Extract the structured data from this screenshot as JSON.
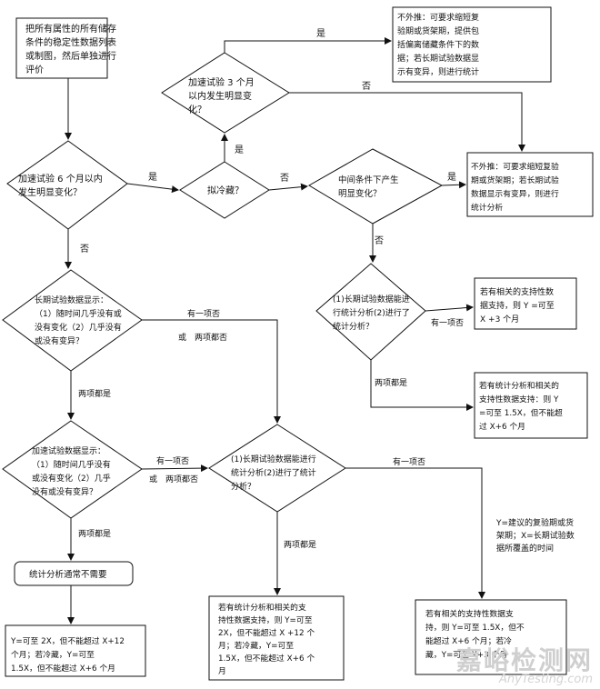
{
  "nodes": {
    "start": [
      "把所有属性的所有储存",
      "条件的稳定性数据列表",
      "或制图，然后单独进行",
      "评价"
    ],
    "d_accel6": [
      "加速试验 6 个月以内",
      "发生明显变化？"
    ],
    "d_refrig": [
      "拟冷藏？"
    ],
    "d_accel3": [
      "加速试验 3 个月",
      "以内发生明显变",
      "化？"
    ],
    "r_top": [
      "不外推：可要求缩短复",
      "验期或货架期，提供包",
      "括偏离储藏条件下的数",
      "据；若长期试验数据显",
      "示有变异，则进行统计"
    ],
    "d_intermediate": [
      "中间条件下产生",
      "明显变化？"
    ],
    "r_mid": [
      "不外推：可要求缩短复验",
      "期或货架期；若长期试验",
      "数据显示有变异，则进行",
      "统计分析"
    ],
    "d_long_right": [
      "(1)长期试验数据能进",
      "行统计分析(2)进行了",
      "统计分析？"
    ],
    "r_x3": [
      "若有相关的支持性数",
      "据支持，则 Y =可至",
      "X +3 个月"
    ],
    "r_15x6": [
      "若有统计分析和相关的",
      "支持性数据支持：则 Y",
      "=可至 1.5X，但不能超",
      "过 X+6 个月"
    ],
    "d_long_left": [
      "长期试验数据显示：",
      "（1）随时间几乎没有或",
      "没有变化（2）几乎没有",
      "或没有变异？"
    ],
    "d_accel_show": [
      "加速试验数据显示：",
      "（1）随时间几乎没有",
      "或没有变化（2）几乎",
      "没有或没有变异？"
    ],
    "d_long_center": [
      "(1)长期试验数据能进行",
      "统计分析(2)进行了统计",
      "分析？"
    ],
    "stat_none": [
      "统计分析通常不需要"
    ],
    "r_2x12": [
      "Y=可至 2X，但不能超过 X+12",
      "个月；若冷藏，Y=可至",
      "1.5X，但不能超过 X+6 个月"
    ],
    "r_center": [
      "若有统计分析和相关的支",
      "持性数据支持，则 Y=可至",
      "2X，但不能超过 X +12 个",
      "月；若冷藏，Y=可至",
      "1.5X，但不能超过 X+6 个",
      "月"
    ],
    "r_bottom_right": [
      "若有相关的支持性数据支",
      "持，则 Y=可至 1.5X，但不",
      "能超过 X+6 个月；若冷",
      "藏，Y=可至 X+3 个月"
    ],
    "note": [
      "Y=建议的复验期或货",
      "架期；X=长期试验数",
      "据所覆盖的时间"
    ]
  },
  "labels": {
    "yes": "是",
    "no": "否",
    "one_no": "有一项否",
    "or_both_no": "或　两项都否",
    "both_yes": "两项都是"
  },
  "watermark": {
    "cn": "嘉峪检测网",
    "en": "AnyTesting.com"
  }
}
